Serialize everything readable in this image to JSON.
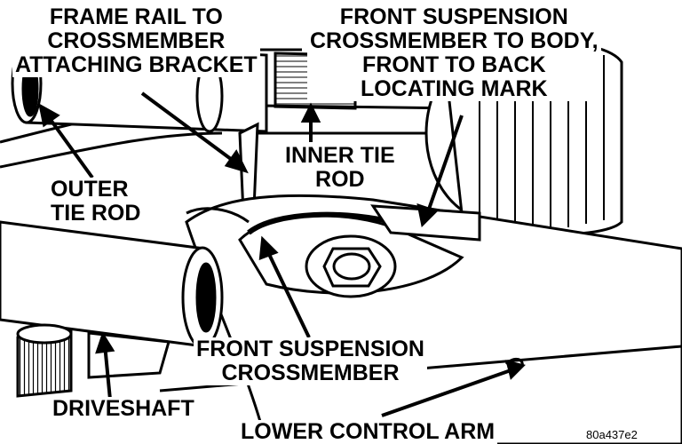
{
  "labels": {
    "frame_rail": [
      "FRAME RAIL TO",
      "CROSSMEMBER",
      "ATTACHING BRACKET"
    ],
    "front_susp_body": [
      "FRONT SUSPENSION",
      "CROSSMEMBER TO BODY,",
      "FRONT TO BACK",
      "LOCATING MARK"
    ],
    "inner_tie_rod": [
      "INNER TIE",
      "ROD"
    ],
    "outer_tie_rod": [
      "OUTER",
      "TIE ROD"
    ],
    "front_susp_crossmember": [
      "FRONT SUSPENSION",
      "CROSSMEMBER"
    ],
    "driveshaft": "DRIVESHAFT",
    "lower_control_arm": "LOWER CONTROL ARM"
  },
  "figure_code": "80a437e2"
}
